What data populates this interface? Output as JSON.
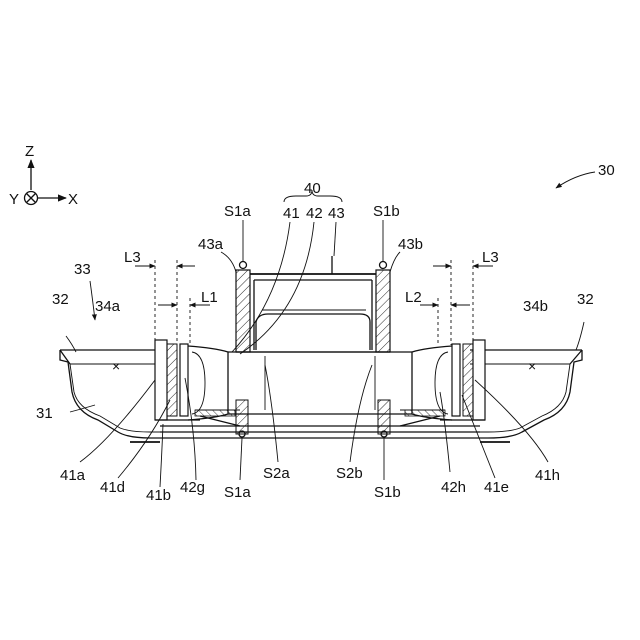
{
  "axes": {
    "z": "Z",
    "y": "Y",
    "x": "X"
  },
  "labels": {
    "l30": "30",
    "l40": "40",
    "l41": "41",
    "l42": "42",
    "l43": "43",
    "s1a_top": "S1a",
    "s1b_top": "S1b",
    "l43a": "43a",
    "l43b": "43b",
    "l33": "33",
    "l3_left": "L3",
    "l3_right": "L3",
    "l1": "L1",
    "l2": "L2",
    "l32_left": "32",
    "l32_right": "32",
    "l34a": "34a",
    "l34b": "34b",
    "l31": "31",
    "l41a": "41a",
    "l41d": "41d",
    "l41b": "41b",
    "l42g": "42g",
    "s1a_bottom": "S1a",
    "s2a": "S2a",
    "s2b": "S2b",
    "s1b_bottom": "S1b",
    "l42h": "42h",
    "l41e": "41e",
    "l41h": "41h"
  }
}
